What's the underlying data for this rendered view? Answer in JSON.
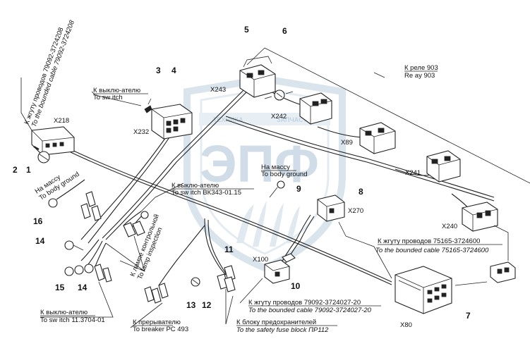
{
  "watermark": {
    "main": "ЭПФ",
    "top": "ТЕХНИКА",
    "top2": "ЗАПЧАСТИ"
  },
  "numbers": [
    "1",
    "2",
    "3",
    "4",
    "5",
    "6",
    "7",
    "8",
    "9",
    "10",
    "11",
    "12",
    "13",
    "14",
    "14",
    "15",
    "16"
  ],
  "connectors": {
    "x218": "X218",
    "x232": "X232",
    "x243": "X243",
    "x242": "X242",
    "x89": "X89",
    "x241": "X241",
    "x240": "X240",
    "x270": "X270",
    "x100": "X100",
    "x80": "X80"
  },
  "labels": {
    "harness_top_ru": "К жгуту проводов 79092-3724208",
    "harness_top_en": "To the bounded cable 79092-3724208",
    "switch_ru": "К выклю-ателю",
    "switch_en": "To sw itch",
    "relay_ru": "К реле 903",
    "relay_en": "Re ay 903",
    "ground1_ru": "На массу",
    "ground1_en": "To body ground",
    "ground2_ru": "На массу",
    "ground2_en": "To body ground",
    "switch_bk_ru": "К выклю-ателю",
    "switch_bk_en": "To sw itch ВК343-01.15",
    "lamp_ru": "К лампе контрольной",
    "lamp_en": "To lamp inspection",
    "harness_right_ru": "К жгуту проводов 75165-3724600",
    "harness_right_en": "To the bounded cable 75165-3724600",
    "harness_bottom_ru": "К жгуту проводов 79092-3724027-20",
    "harness_bottom_en": "To the bounded cable 79092-3724027-20",
    "fuse_ru": "К блоку предохранителей",
    "fuse_en": "To the safety fuse block ПР112",
    "breaker_ru": "К прерывателю",
    "breaker_en": "To breaker РС 493",
    "switch_bot_ru": "К выклю-ателю",
    "switch_bot_en": "To sw itch 11.3704-01"
  }
}
